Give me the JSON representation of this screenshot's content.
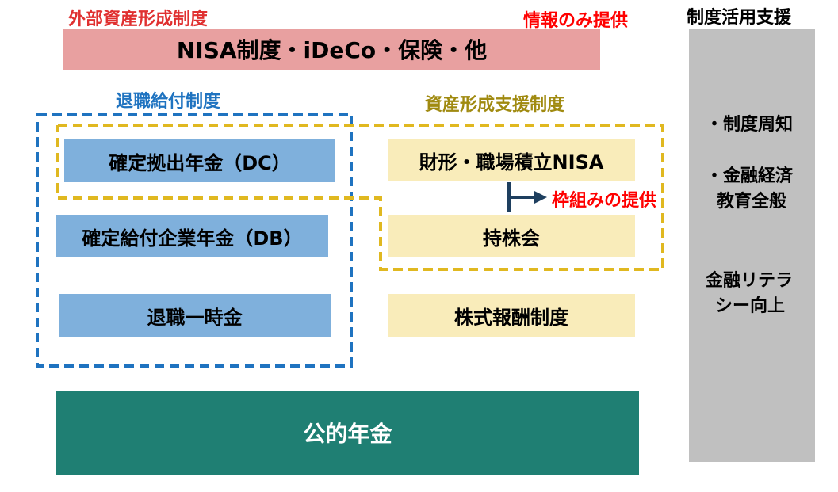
{
  "external": {
    "label": "外部資産形成制度",
    "info_label": "情報のみ提供",
    "bar": "NISA制度・iDeCo・保険・他"
  },
  "retirement": {
    "label": "退職給付制度",
    "items": [
      "確定拠出年金（DC）",
      "確定給付企業年金（DB）",
      "退職一時金"
    ]
  },
  "asset_support": {
    "label": "資産形成支援制度",
    "items": [
      "財形・職場積立NISA",
      "持株会",
      "株式報酬制度"
    ],
    "framework_label": "枠組みの提供"
  },
  "public_pension": "公的年金",
  "sidebar": {
    "title": "制度活用支援",
    "lines": [
      "・制度周知",
      "・金融経済",
      "教育全般"
    ],
    "result_lines": [
      "金融リテラ",
      "シー向上"
    ]
  },
  "colors": {
    "red_bar": "#E8A0A0",
    "blue_box": "#7FB0DC",
    "yellow_box": "#F9ECBA",
    "teal": "#1F7F73",
    "gray": "#C0C0C0",
    "blue_dash": "#1F73C0",
    "yellow_dash": "#E0B820",
    "arrow": "#2D5F8F"
  }
}
